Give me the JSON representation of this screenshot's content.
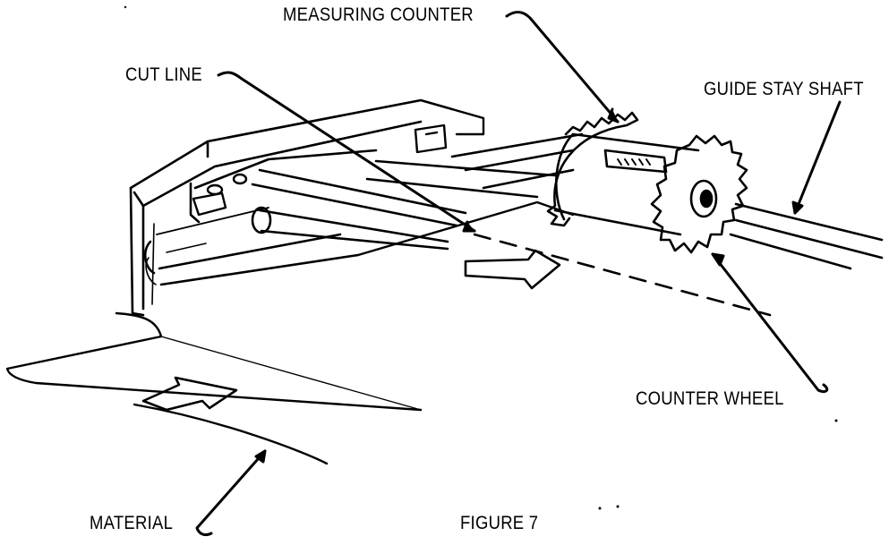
{
  "labels": {
    "measuring_counter": "MEASURING COUNTER",
    "cut_line": "CUT LINE",
    "guide_stay_shaft": "GUIDE STAY SHAFT",
    "counter_wheel": "COUNTER WHEEL",
    "material": "MATERIAL",
    "figure": "FIGURE 7"
  },
  "colors": {
    "ink": "#000000",
    "paper": "#ffffff"
  }
}
